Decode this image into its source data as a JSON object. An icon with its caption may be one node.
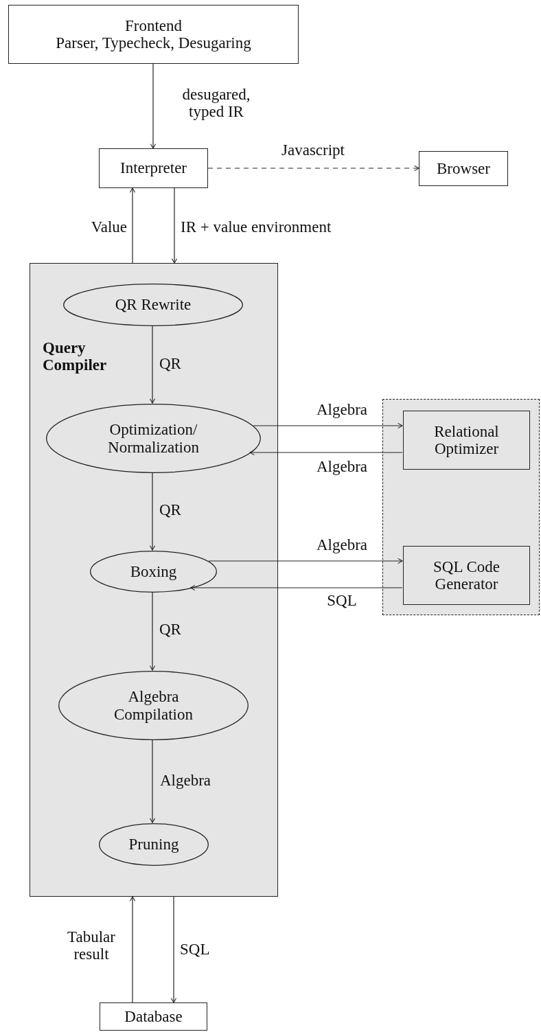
{
  "diagram": {
    "nodes": [
      {
        "text": [
          "Frontend",
          "Parser, Typecheck, Desugaring"
        ]
      },
      {
        "text": [
          "Interpreter"
        ]
      },
      {
        "text": [
          "Browser"
        ]
      },
      {
        "text": [
          "Query Compiler"
        ]
      },
      {
        "text": [
          "QR Rewrite"
        ],
        "in": 3
      },
      {
        "text": [
          "Optimization/ Normalization"
        ],
        "in": 3
      },
      {
        "text": [
          "Boxing"
        ],
        "in": 3
      },
      {
        "text": [
          "Algebra Compilation"
        ],
        "in": 3
      },
      {
        "text": [
          "Pruning"
        ],
        "in": 3
      },
      {
        "text": [],
        "shape": "box"
      },
      {
        "text": [
          "Relational Optimizer"
        ],
        "in": 9
      },
      {
        "text": [
          "SQL Code Generator"
        ],
        "in": 9
      },
      {
        "text": [
          "Database"
        ]
      }
    ],
    "edges": [
      {
        "from": 0,
        "to": 1,
        "arrow": "to",
        "label": "desugared, typed IR"
      },
      {
        "from": 1,
        "to": 2,
        "arrow": "to",
        "label": "Javascript",
        "style": "dashed"
      },
      {
        "from": 3,
        "to": 1,
        "arrow": "to",
        "label": "Value"
      },
      {
        "from": 1,
        "to": 3,
        "arrow": "to",
        "label": "IR + value environment"
      },
      {
        "from": 4,
        "to": 5,
        "arrow": "to",
        "label": "QR"
      },
      {
        "from": 5,
        "to": 6,
        "arrow": "to",
        "label": "QR"
      },
      {
        "from": 6,
        "to": 7,
        "arrow": "to",
        "label": "QR"
      },
      {
        "from": 7,
        "to": 8,
        "arrow": "to",
        "label": "Algebra"
      },
      {
        "from": 5,
        "to": 10,
        "arrow": "to",
        "label": "Algebra"
      },
      {
        "from": 10,
        "to": 5,
        "arrow": "to",
        "label": "Algebra"
      },
      {
        "from": 6,
        "to": 11,
        "arrow": "to",
        "label": "Algebra"
      },
      {
        "from": 11,
        "to": 6,
        "arrow": "to",
        "label": "SQL"
      },
      {
        "from": 12,
        "to": 3,
        "arrow": "to",
        "label": "Tabular result"
      },
      {
        "from": 3,
        "to": 12,
        "arrow": "to",
        "label": "SQL"
      }
    ]
  }
}
